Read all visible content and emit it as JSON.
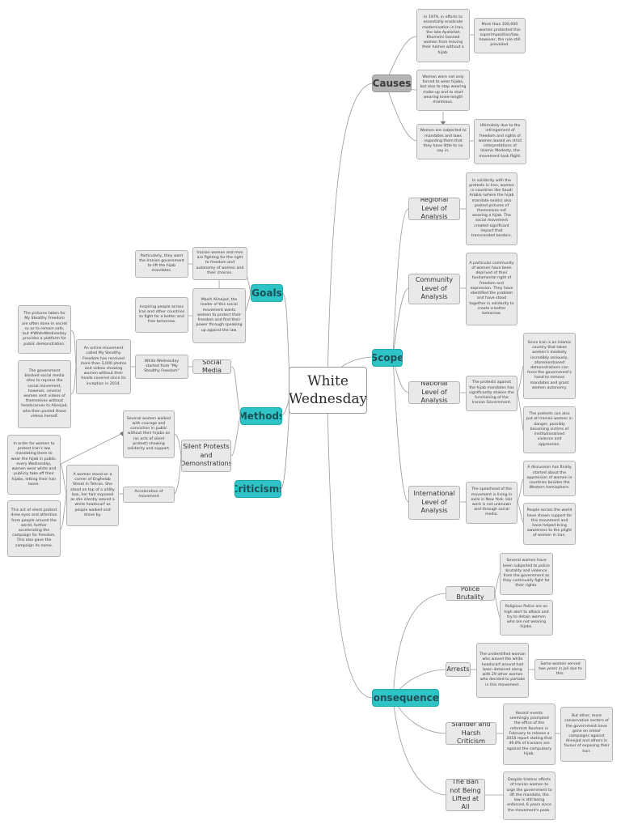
{
  "central": {
    "title": "White\nWednesday"
  },
  "main": {
    "causes": "Causes",
    "scope": "Scope",
    "consequences": "Consequences",
    "goals": "Goals",
    "methods": "Methods",
    "criticisms": "Criticisms"
  },
  "sub": {
    "regional": "Regional Level of Analysis",
    "community": "Community Level of Analysis",
    "national": "National Level of Analysis",
    "international": "International Level of Analysis",
    "police": "Police Brutality",
    "arrests": "Arrests",
    "slander": "Slander and Harsh Criticism",
    "ban": "The Ban not Being Lifted at All",
    "social_media": "Social Media",
    "silent_protests": "Silent Protests and Demonstrations"
  },
  "notes": {
    "causes_1979": "In 1979, in efforts to essentially eradicate modernisation in Iran, the late-Ayatollah Khomeini banned women from leaving their homes without a hijab.",
    "causes_100000": "More than 100,000 women protested this superimposition/law, however, the rule still prevailed.",
    "causes_forced": "Women were not only forced to wear hijabs, but also to stop wearing make-up and to start wearing knee-length manteaus.",
    "causes_subjected": "Women are subjected to mandates and laws regarding them that they have little to no say in.",
    "causes_ultimately": "Ultimately due to the infringement of freedom and rights of women based on strict interpretations of Islamic Modesty, the movement took flight.",
    "scope_regional": "In solidarity with the protests in Iran, women in countries like Saudi Arabia (where the hijab mandate exists) also posted pictures of themselves not wearing a hijab. The social movement created significant impact that transcended borders.",
    "scope_community": "A particular community of women have been deprived of their fundamental right of freedom and expression. They have identified the problem and have stood together in solidarity to create a better tomorrow.",
    "scope_national_islamic": "Since Iran is an Islamic country that takes women's modesty incredibly seriously, aforementioned demonstrations can force the government's hand to remove mandates and grant women autonomy.",
    "scope_national_protests": "The protests against the hijab mandates has significantly shaken the functioning of the Iranian Government.",
    "scope_national_danger": "The protests can also put all Iranian women in danger, possibly becoming victims of institutionalised violence and oppression.",
    "scope_intl_spearhead": "The spearhead of the movement is living in exile in New York. Her work is not unknown and through social media.",
    "scope_intl_discussion": "A discussion has finally started about the oppression of women in countries besides the Western hemisphere.",
    "scope_intl_world": "People across the world have shown support for this movement and have helped bring awareness to the plight of women in Iran.",
    "cons_police_several": "Several women have been subjected to police brutality and violence from the government as they continually fight for their rights.",
    "cons_police_religious": "Religious Police are on high alert to attack and try to detain women who are not wearing hijabs.",
    "cons_arrests_unidentified": "The unidentified woman who waved the white headscarf around had been detained along with 29 other women who decided to partake in this movement.",
    "cons_arrests_two_years": "Some women served two years in jail due to this.",
    "cons_slander_recent": "Recent events seemingly prompted the office of the reformist Rouhani in February to release a 2018 report stating that 49.8% of Iranians are against the compulsory hijab.",
    "cons_slander_conservative": "But other, more conservative sectors of the government have gone on smear campaigns against Alinejad and others in favour of exposing their hair.",
    "cons_ban_despite": "Despite tireless efforts of Iranian women to urge the government to lift the mandate, the law is still being enforced, 6 years since the movement's peak.",
    "goals_iranian": "Iranian women and men are fighting for the right to freedom and autonomy of women and their choices.",
    "goals_particularly": "Particularly, they want the Iranian government to lift the hijab mandates.",
    "goals_masih": "Masih Alinejad, the leader of this social movement wants women to protect their freedom and find their power through speaking up against the law.",
    "goals_inspiring": "Inspiring people across Iran and other countries to fight for a better and free tomorrow.",
    "methods_white_wed": "White Wednesday started from \"My Stealthy Freedom\"",
    "methods_online": "An online movement called My Stealthy Freedom has received more than 3,000 photos and videos showing women without their heads covered since its inception in 2014.",
    "methods_pictures": "The pictures taken for My Stealthy Freedom are often done in secret so as to remain safe, but #WhiteWednesday provides a platform for public demonstration.",
    "methods_government": "The government blocked social media sites to repress the social movement, however, several women sent videos of themselves without headscarves to Alinejad, who then posted those videos herself.",
    "methods_several_walked": "Several women walked with courage and conviction in public without their hijabs on (as acts of silent protest) showing solidarity and support.",
    "methods_acceleration": "Acceleration of movement",
    "methods_woman_stood": "A woman stood on a corner of Enghelab Street in Tehran. She stood on top of a utility box, her hair exposed as she silently waved a white headscarf as people walked and drove by.",
    "crit_in_order": "In order for women to protest Iran's law mandating them to wear the hijab in public, every Wednesday, women wear white and publicly take off their hijabs, letting their hair loose.",
    "crit_this_act": "This act of silent protest drew eyes and attention from people around the world, further accelerating the campaign for freedom. This also gave the campaign its name."
  }
}
